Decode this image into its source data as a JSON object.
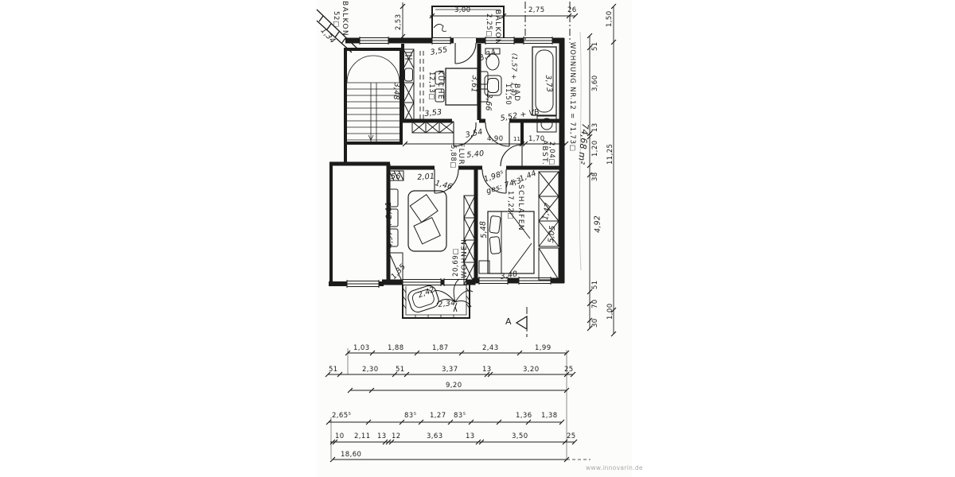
{
  "page": {
    "watermark": "www.innovarin.de",
    "section_marker": "A"
  },
  "plan": {
    "title_vertical": "WOHNUNG NR.12 = 71,73□",
    "title_handwritten": "74,68 m²",
    "rooms": {
      "kueche": {
        "name": "KÜCHE",
        "area": "12,13□"
      },
      "bad": {
        "name": "BAD",
        "area": "11,50"
      },
      "flur": {
        "name": "FLUR",
        "area": "5,88□"
      },
      "abst": {
        "name": "ABST.",
        "area": "2,04□"
      },
      "wohnen": {
        "name": "WOHNEN",
        "area": "20,69□"
      },
      "schlafen": {
        "name": "SCHLAFEN",
        "area": "17,22□"
      },
      "balkon_top": {
        "name": "BALKON",
        "area": "2,25□"
      },
      "balkon_left": {
        "name": "BALKON",
        "area": "52□"
      }
    }
  },
  "dims": {
    "top": {
      "seg1": "3,00",
      "seg2": "2,75",
      "seg3": "26",
      "left_vertical": "2,53"
    },
    "right_outer": [
      "1,50",
      "11,25",
      "1,00"
    ],
    "right_inner": [
      "51",
      "3,60",
      "13",
      "1,20",
      "38",
      "4,92",
      "51",
      "70",
      "30"
    ],
    "flur": {
      "a": "4,90",
      "b": "11",
      "c": "1,70"
    },
    "row1": [
      "1,03",
      "1,88",
      "1,87",
      "2,43",
      "1,99"
    ],
    "row2": [
      "51",
      "2,30",
      "51",
      "3,37",
      "13",
      "3,20",
      "25"
    ],
    "row3": "9,20",
    "row4": [
      "2,65⁵",
      "83⁵",
      "1,27",
      "83⁵",
      "1,36",
      "1,38"
    ],
    "row5": [
      "10",
      "2,11",
      "13",
      "12",
      "3,63",
      "13",
      "3,50",
      "25"
    ],
    "total": "18,60"
  },
  "ann": {
    "stair": "3,48",
    "balkon_left_note": "1,34",
    "kueche_top": "3,55",
    "kueche_bottom": "3,53",
    "kueche_right": "3,61",
    "wall_kueche_bad": "3,66",
    "bad_top": "3,34",
    "bad_note": "(1,57 + 1,4)",
    "bathtub": "3,73",
    "bad_bottom": "5,52 + VB",
    "flur_top": "3,54",
    "flur_mid": "5,40",
    "wohnen_shelf": "56",
    "wohnen_top1": "2,01",
    "wohnen_top2": "1,46",
    "wohnen_left": "4,97 + 2,11",
    "wohnen_bottom": "1,35",
    "schlafen_note1": "1,98⁵",
    "schlafen_note2": "ges: 74,3",
    "schlafen_note3": "+ 1,44",
    "schlafen_left": "5,48",
    "schlafen_right1": "1,47",
    "schlafen_right2": "5,05",
    "schlafen_bottom": "3,48",
    "balkon_chair": "2,42",
    "balkon_bottom": "2,34"
  }
}
